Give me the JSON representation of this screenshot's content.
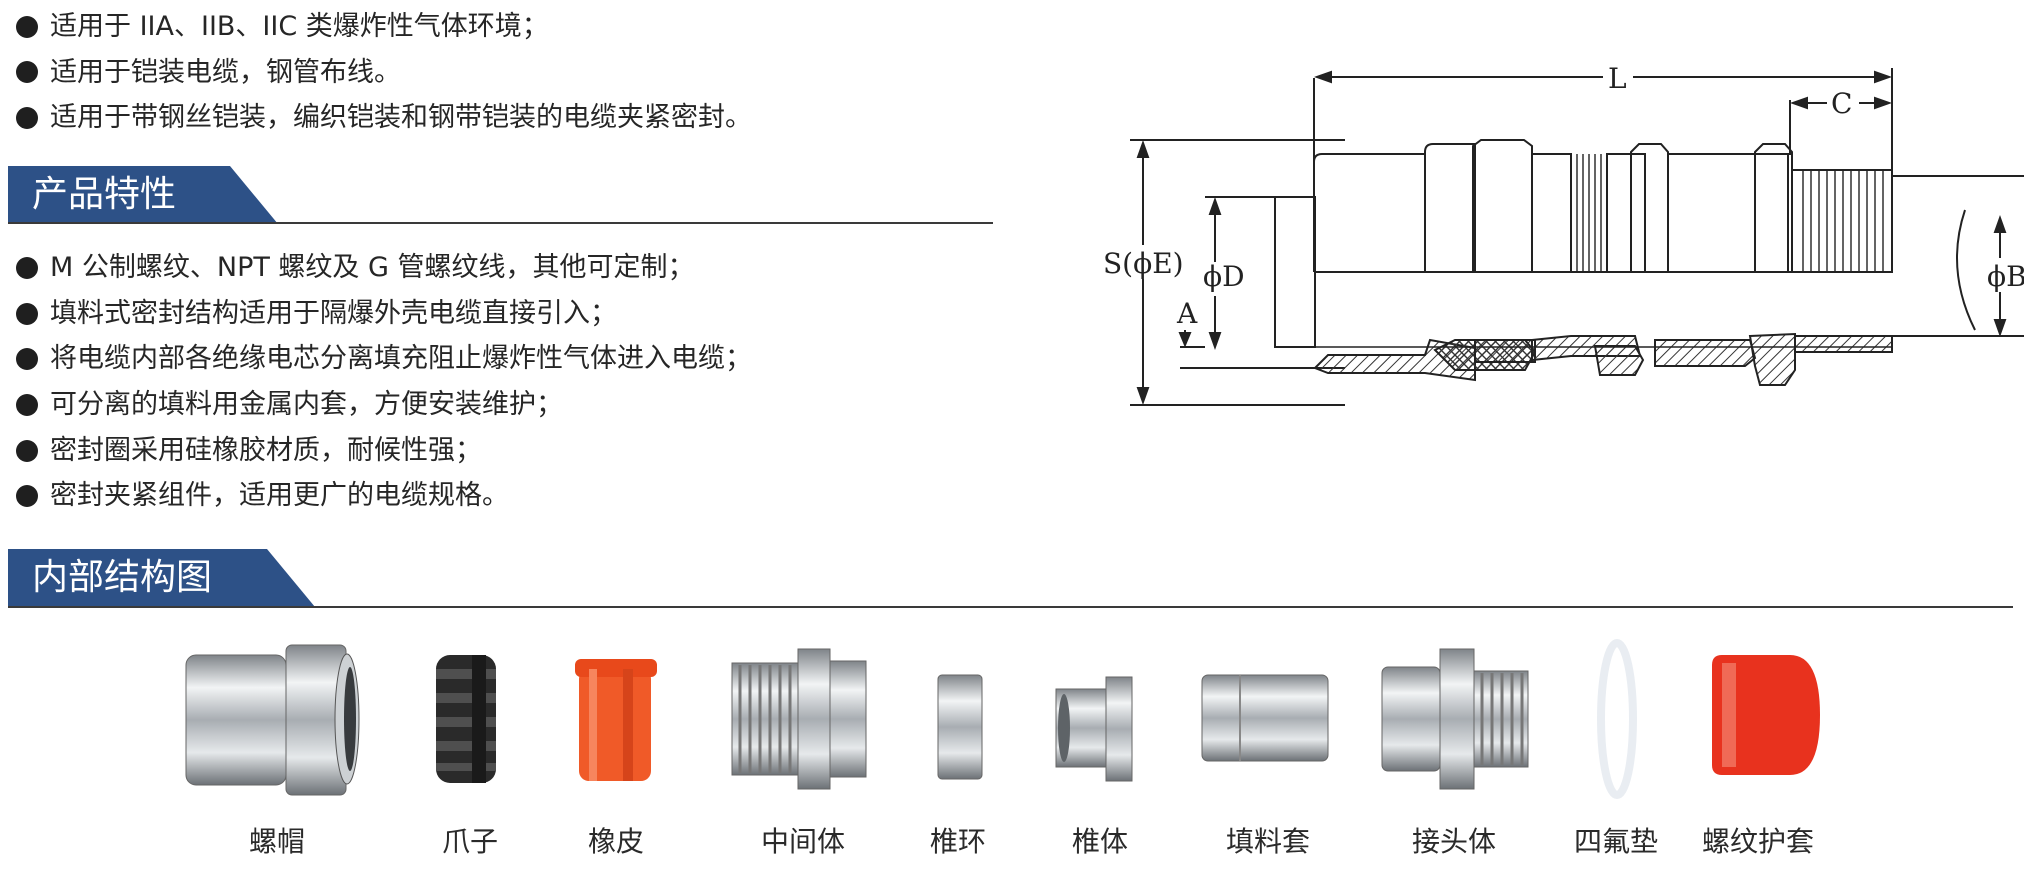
{
  "applications": [
    "适用于 IIA、IIB、IIC 类爆炸性气体环境；",
    "适用于铠装电缆，钢管布线。",
    "适用于带钢丝铠装，编织铠装和钢带铠装的电缆夹紧密封。"
  ],
  "features_section": {
    "title": "产品特性",
    "items": [
      "M 公制螺纹、NPT 螺纹及 G 管螺纹线，其他可定制；",
      "填料式密封结构适用于隔爆外壳电缆直接引入；",
      "将电缆内部各绝缘电芯分离填充阻止爆炸性气体进入电缆；",
      "可分离的填料用金属内套，方便安装维护；",
      "密封圈采用硅橡胶材质，耐候性强；",
      "密封夹紧组件，适用更广的电缆规格。"
    ]
  },
  "drawing_labels": {
    "length": "L",
    "c": "C",
    "s": "S(ϕE)",
    "d": "ϕD",
    "a": "A",
    "b": "ϕB"
  },
  "structure_section": {
    "title": "内部结构图",
    "parts": [
      "螺帽",
      "爪子",
      "橡皮",
      "中间体",
      "椎环",
      "椎体",
      "填料套",
      "接头体",
      "四氟垫",
      "螺纹护套"
    ]
  },
  "colors": {
    "header_blue": "#2d5187",
    "rubber_orange": "#f05a28",
    "cap_red": "#e8321e",
    "claw_black": "#2a2a2a"
  }
}
